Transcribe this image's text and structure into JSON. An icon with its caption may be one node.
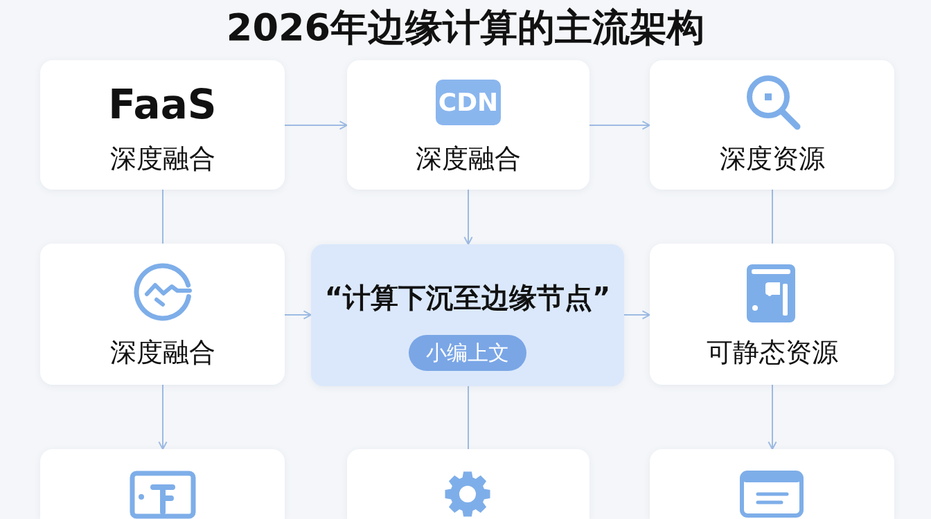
{
  "diagram": {
    "title": "2026年边缘计算的主流架构",
    "nodes": [
      {
        "text": [
          "FaaS",
          "深度融合"
        ]
      },
      {
        "text": [
          "CDN",
          "深度融合"
        ]
      },
      {
        "text": [
          "深度资源"
        ]
      },
      {
        "text": [
          "深度融合"
        ]
      },
      {
        "text": [
          "“计算下沉至边缘节点”",
          "小编上文"
        ]
      },
      {
        "text": [
          "可静态资源"
        ]
      },
      {
        "text": [],
        "shape": "box"
      },
      {
        "text": [],
        "shape": "box"
      },
      {
        "text": [],
        "shape": "box"
      }
    ],
    "edges": [
      {
        "from": 0,
        "to": 1,
        "arrow": "to"
      },
      {
        "from": 1,
        "to": 2,
        "arrow": "to"
      },
      {
        "from": 0,
        "to": 3,
        "arrow": "none"
      },
      {
        "from": 1,
        "to": 4,
        "arrow": "to"
      },
      {
        "from": 2,
        "to": 5,
        "arrow": "none"
      },
      {
        "from": 3,
        "to": 4,
        "arrow": "to"
      },
      {
        "from": 4,
        "to": 5,
        "arrow": "to"
      },
      {
        "from": 3,
        "to": 6,
        "arrow": "to"
      },
      {
        "from": 4,
        "to": 7,
        "arrow": "none"
      },
      {
        "from": 5,
        "to": 8,
        "arrow": "to"
      }
    ]
  }
}
